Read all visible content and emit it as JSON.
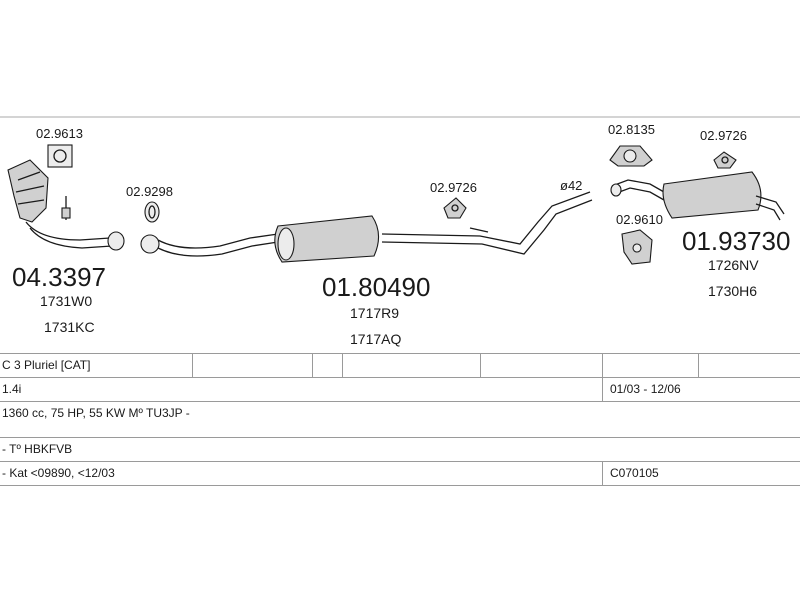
{
  "parts": {
    "ref_02_9613": "02.9613",
    "ref_02_9298": "02.9298",
    "ref_02_9726_mid": "02.9726",
    "ref_02_8135": "02.8135",
    "ref_02_9726_right": "02.9726",
    "ref_02_9610": "02.9610",
    "diameter": "ø42",
    "front": {
      "number": "04.3397",
      "oe_1": "1731W0",
      "oe_2": "1731KC"
    },
    "middle": {
      "number": "01.80490",
      "oe_1": "1717R9",
      "oe_2": "1717AQ"
    },
    "rear": {
      "number": "01.93730",
      "oe_1": "1726NV",
      "oe_2": "1730H6"
    }
  },
  "spec_rows": [
    {
      "left": "C 3 Pluriel  [CAT]",
      "right": ""
    },
    {
      "left": "1.4i",
      "right": "01/03 - 12/06"
    },
    {
      "left": "1360 cc, 75 HP, 55 KW Mº TU3JP -",
      "right": ""
    },
    {
      "left": "- Tº HBKFVB",
      "right": ""
    },
    {
      "left": "- Kat <09890, <12/03",
      "right": "C070105"
    }
  ]
}
